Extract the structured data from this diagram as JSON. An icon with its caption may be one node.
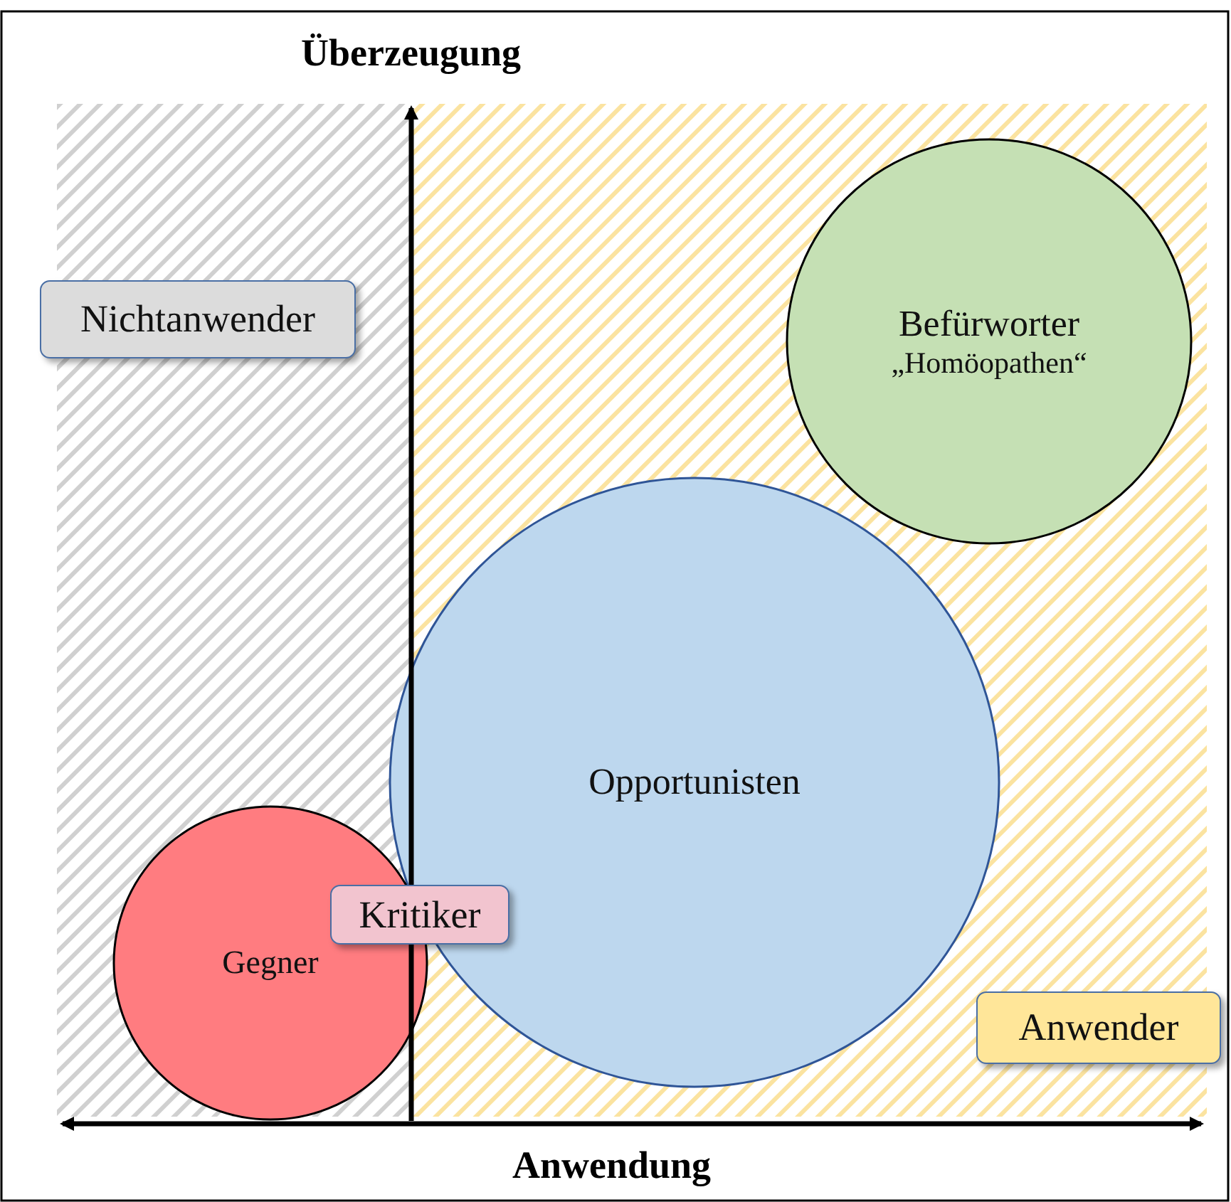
{
  "diagram": {
    "nodes": [
      {
        "text": [
          "Nichtanwender"
        ]
      },
      {
        "text": [
          "Befürworter",
          "„Homöopathen“"
        ]
      },
      {
        "text": [
          "Opportunisten"
        ]
      },
      {
        "text": [
          "Gegner"
        ]
      },
      {
        "text": [
          "Kritiker"
        ]
      },
      {
        "text": [
          "Anwender"
        ]
      }
    ],
    "edges": [],
    "labels": [
      "Überzeugung",
      "Anwendung"
    ]
  }
}
